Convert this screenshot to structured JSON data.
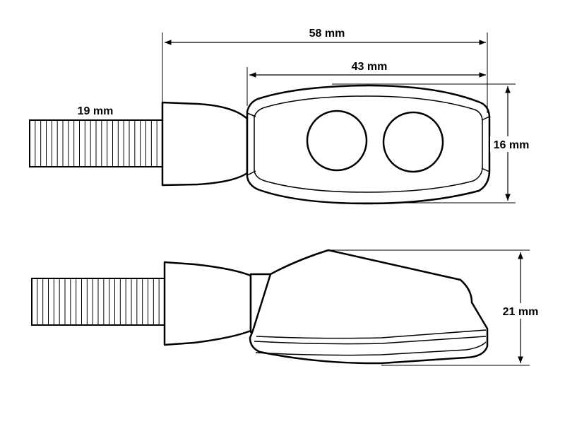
{
  "dimensions": {
    "overall_length": "58 mm",
    "lens_length": "43 mm",
    "thread_length": "19 mm",
    "top_height": "16 mm",
    "side_height": "21 mm"
  }
}
